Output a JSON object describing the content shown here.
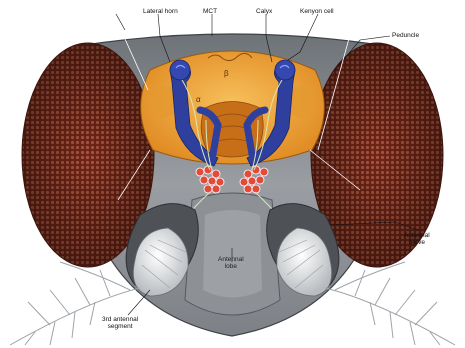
{
  "labels": {
    "lateral_horn": "Lateral horn",
    "mct": "MCT",
    "calyx": "Calyx",
    "kenyon_cell": "Kenyon cell",
    "peduncle": "Peduncle",
    "beta": "β",
    "alpha": "α",
    "antennal_nerve_1": "Antennal",
    "antennal_nerve_2": "nerve",
    "antennal_lobe_1": "Antennal",
    "antennal_lobe_2": "lobe",
    "third_antennal_1": "3rd antennal",
    "third_antennal_2": "segment"
  },
  "colors": {
    "eye": "#7a2a1a",
    "eye_dots": "#b5654e",
    "head_capsule": "#8c9095",
    "brain_orange": "#f0a43a",
    "brain_dark": "#c26a16",
    "mushroom_body": "#2f3f9e",
    "glomeruli": "#e44a3a",
    "antennal_lobe_fill": "#e8eaec"
  }
}
